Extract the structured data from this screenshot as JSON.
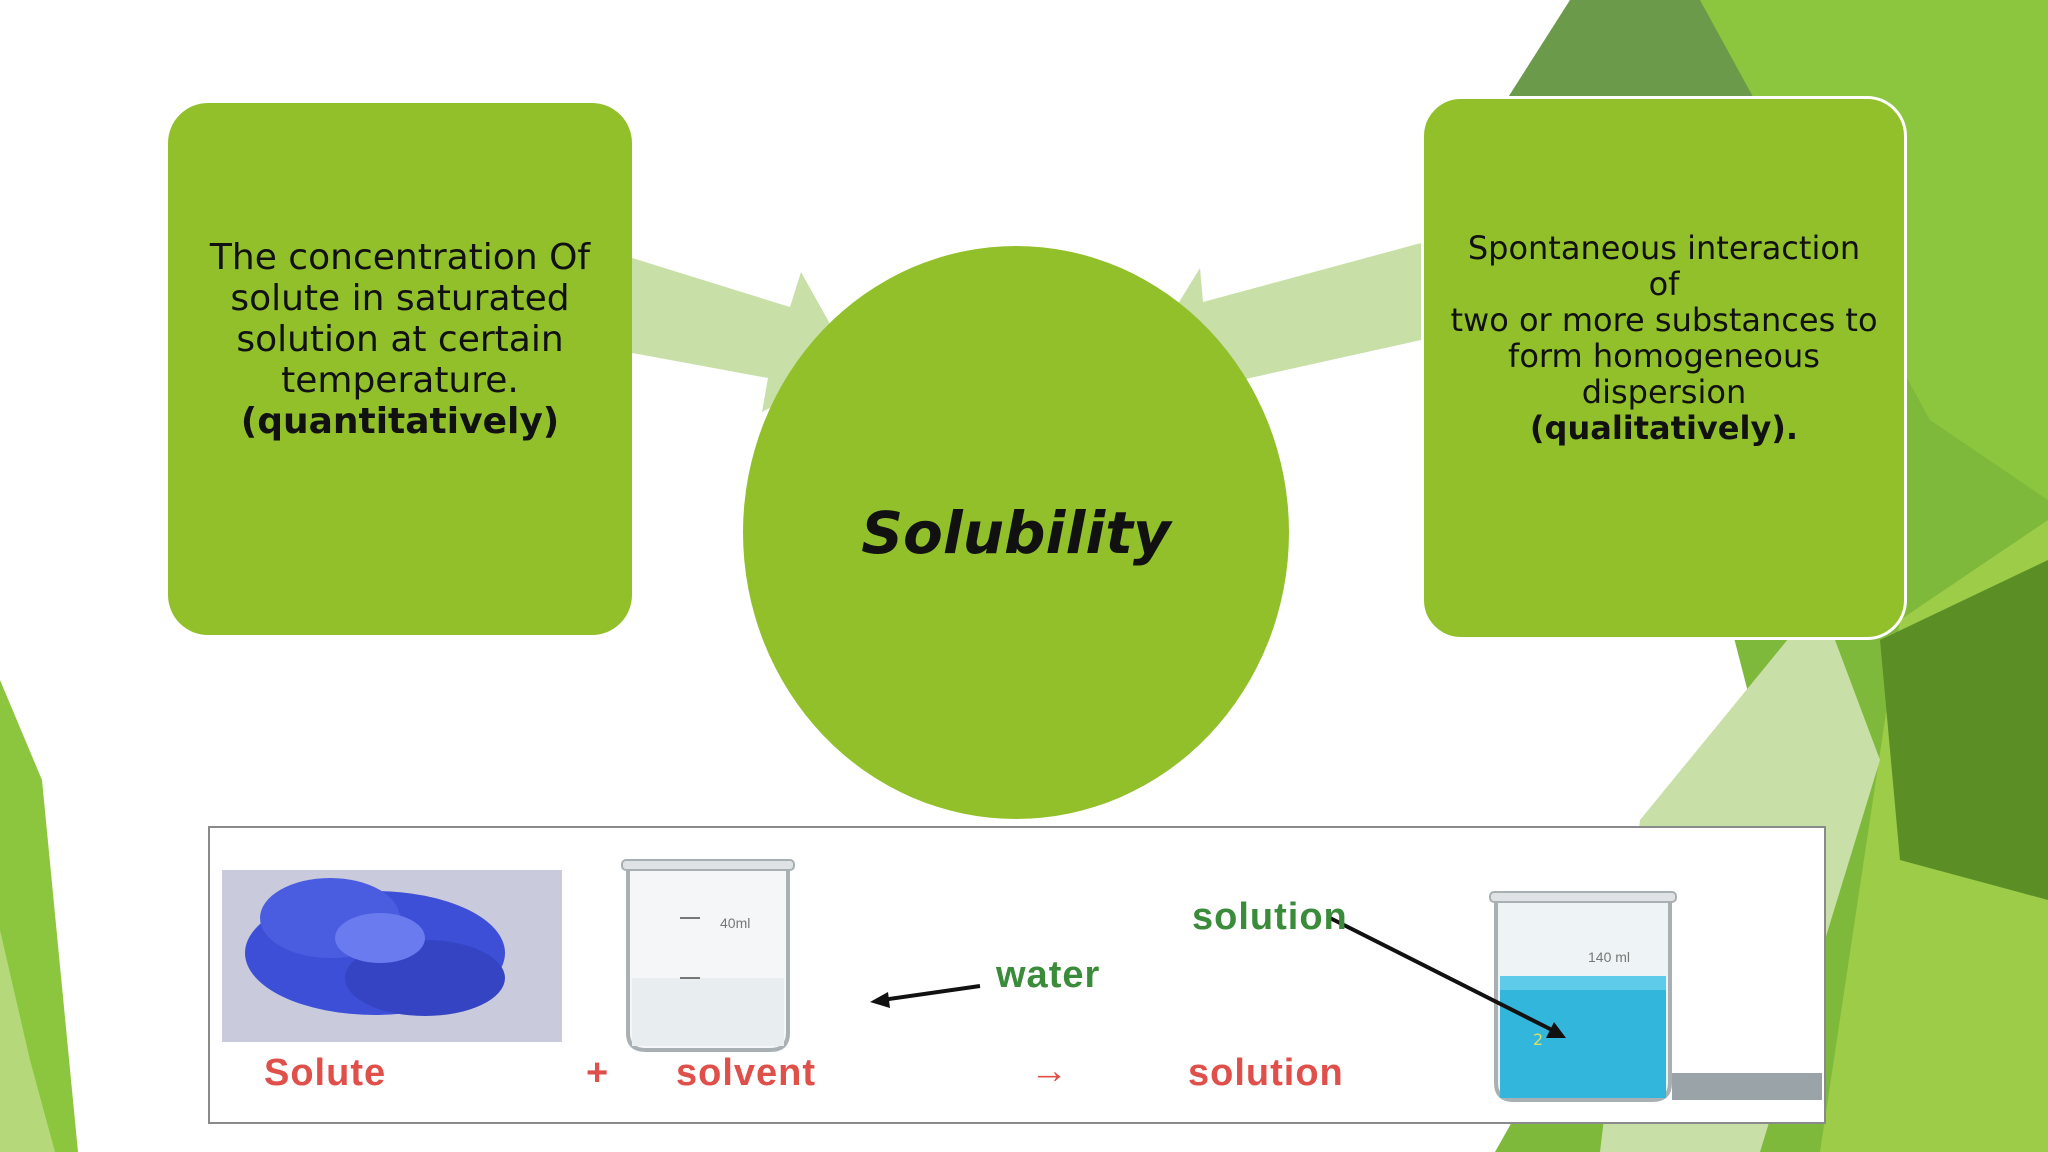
{
  "left_box": {
    "line1": "The concentration Of",
    "line2": "solute in saturated",
    "line3": "solution at certain",
    "line4": "temperature.",
    "emphasis": "(quantitatively)"
  },
  "center": {
    "label": "Solubility"
  },
  "right_box": {
    "line1": "Spontaneous interaction of",
    "line2": "two or more substances to",
    "line3": "form homogeneous",
    "line4": "dispersion",
    "emphasis": "(qualitatively)."
  },
  "photo": {
    "solute_label": "Solute",
    "plus": "+",
    "solvent_label": "solvent",
    "arrow": "→",
    "solution_label": "solution",
    "water_label": "water",
    "solution_top_label": "solution",
    "beaker1_mark": "40ml",
    "beaker2_mark": "140 ml"
  },
  "page_number": "2",
  "colors": {
    "accent_green": "#92c02b",
    "light_arrow": "#c8e0a8",
    "dark_green": "#5b8f26"
  }
}
